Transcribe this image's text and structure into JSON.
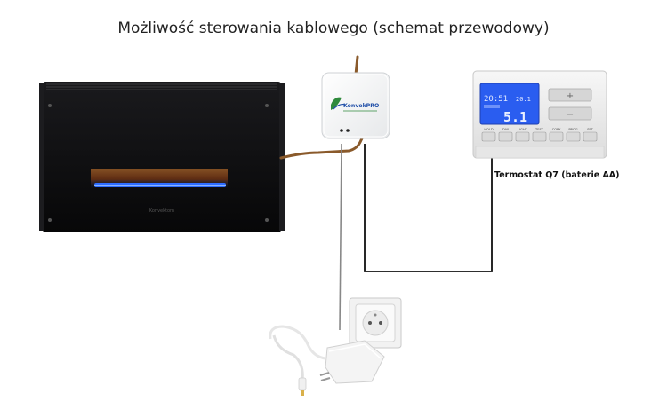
{
  "title": "Możliwość sterowania kablowego (schemat przewodowy)",
  "thermostat": {
    "caption": "Termostat Q7 (baterie AA)",
    "display_time": "20:51",
    "display_temp_set": "20.1",
    "display_temp_big": "5.1",
    "buttons": [
      "HOLD",
      "DAY",
      "LIGHT",
      "TEST",
      "COPY",
      "PROG",
      "SET"
    ],
    "plus_label": "+",
    "minus_label": "−"
  },
  "controller": {
    "brand_name": "KonvekPRO"
  },
  "heater": {
    "brand_text": "Konvektorn"
  },
  "colors": {
    "heater_body": "#101012",
    "flame": "#2f6dff",
    "power_cable": "#8a5a2b",
    "signal_wire": "#111111",
    "lcd": "#2a5df0",
    "brand_green": "#2f8a3c",
    "brand_blue": "#1f4ea8"
  }
}
